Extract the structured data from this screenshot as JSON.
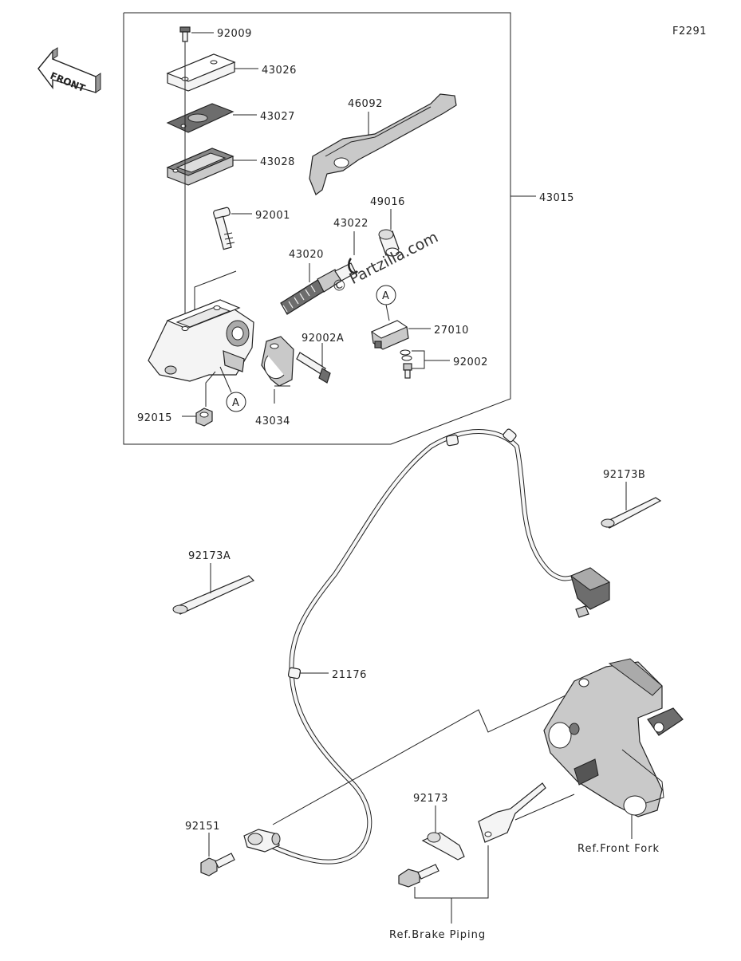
{
  "figure_code": "F2291",
  "front_arrow": {
    "label": "FRONT"
  },
  "watermark": "© Partzilla.com",
  "callouts": {
    "p92009": "92009",
    "p43026": "43026",
    "p43027": "43027",
    "p43028": "43028",
    "p46092": "46092",
    "p43015": "43015",
    "p92001": "92001",
    "p43022": "43022",
    "p49016": "49016",
    "p43020": "43020",
    "p27010": "27010",
    "p92002A": "92002A",
    "p92002": "92002",
    "p92015": "92015",
    "p43034": "43034",
    "p92173B": "92173B",
    "p92173A": "92173A",
    "p21176": "21176",
    "p92173": "92173",
    "p92151": "92151"
  },
  "markers": {
    "a1": "A",
    "a2": "A"
  },
  "references": {
    "front_fork": "Ref.Front Fork",
    "brake_piping": "Ref.Brake Piping"
  }
}
